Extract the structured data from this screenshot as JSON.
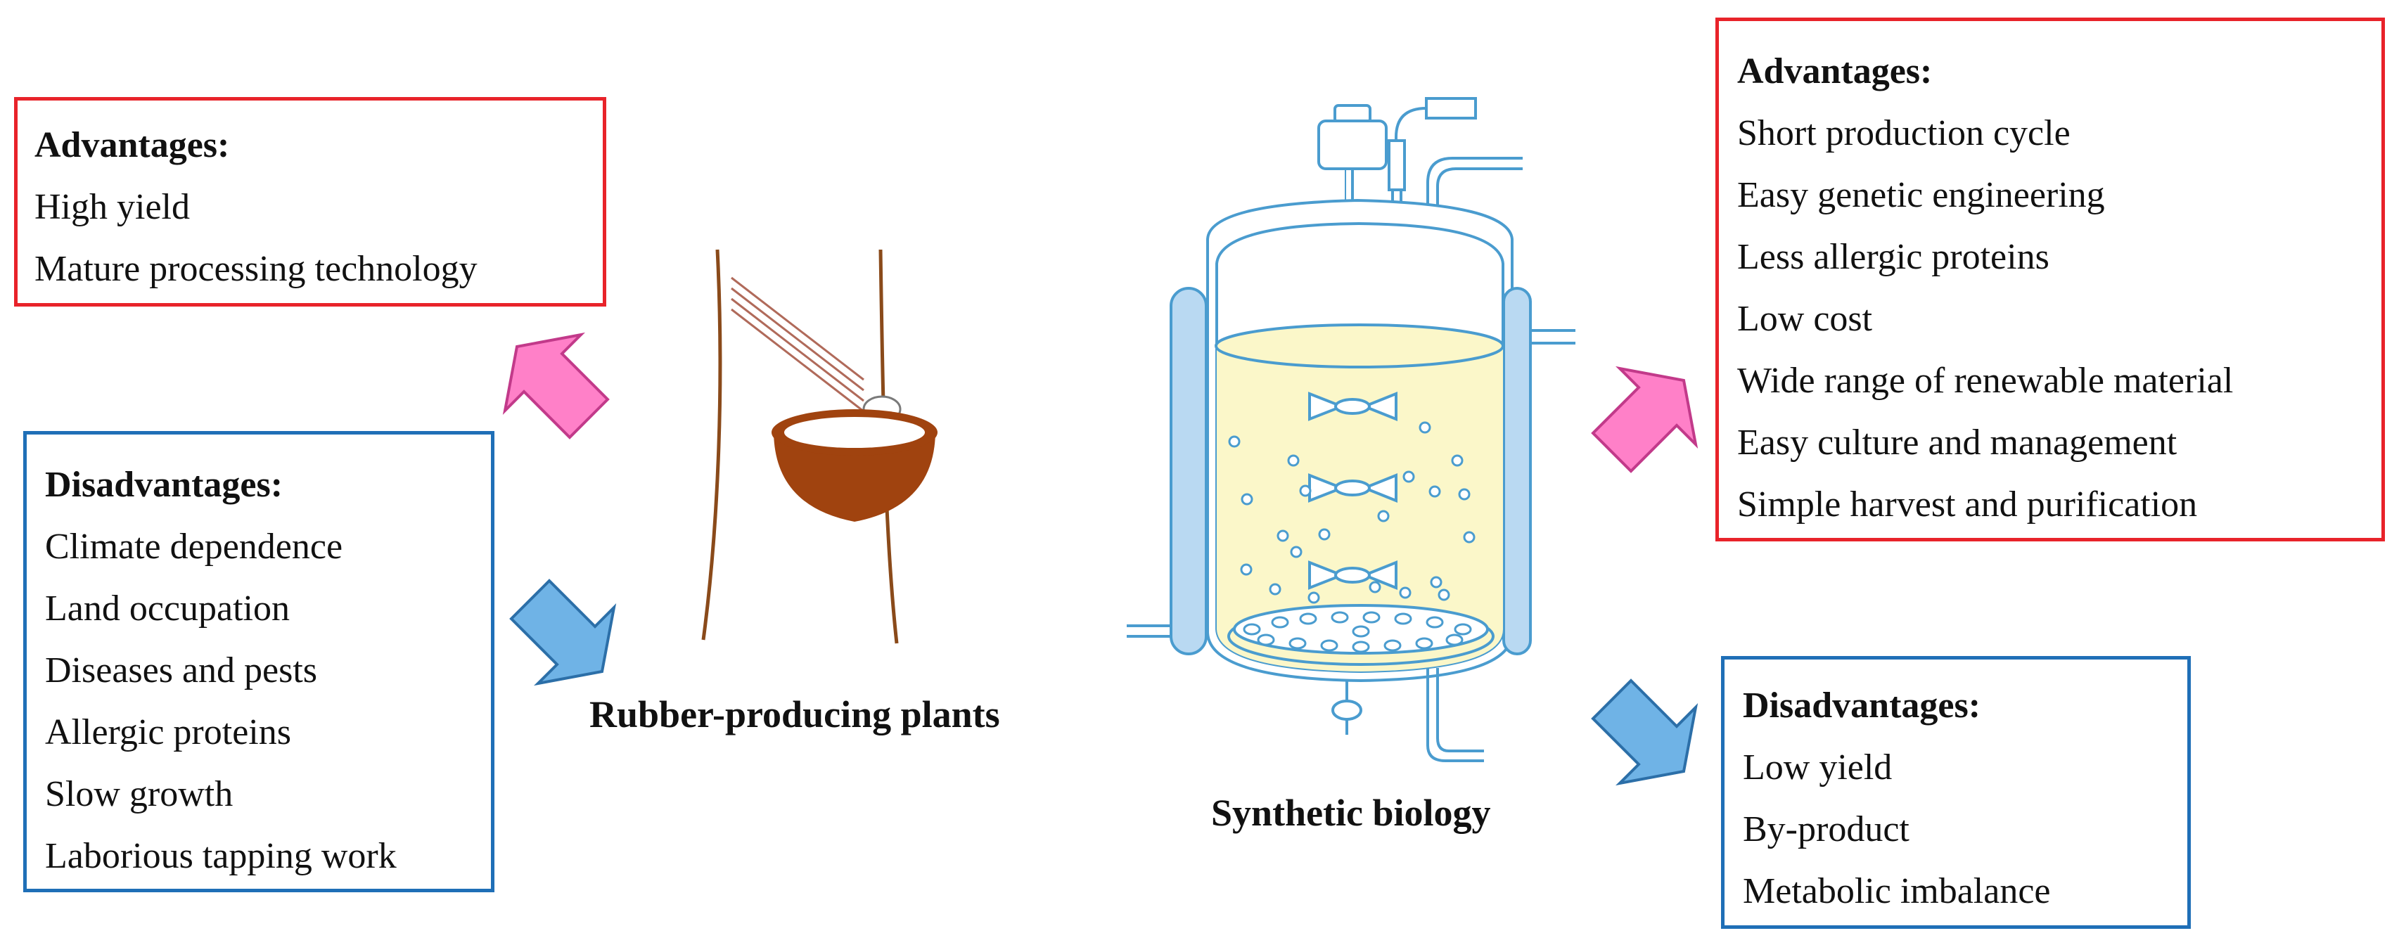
{
  "plant": {
    "label": "Rubber-producing plants",
    "advantages": {
      "heading": "Advantages:",
      "items": [
        "High yield",
        "Mature processing technology"
      ]
    },
    "disadvantages": {
      "heading": "Disadvantages:",
      "items": [
        "Climate dependence",
        "Land occupation",
        "Diseases and pests",
        "Allergic proteins",
        "Slow growth",
        "Laborious tapping work"
      ]
    }
  },
  "synbio": {
    "label": "Synthetic biology",
    "advantages": {
      "heading": "Advantages:",
      "items": [
        "Short production cycle",
        "Easy genetic engineering",
        "Less allergic proteins",
        "Low cost",
        "Wide range of renewable material",
        "Easy culture and  management",
        "Simple harvest and purification"
      ]
    },
    "disadvantages": {
      "heading": "Disadvantages:",
      "items": [
        "Low yield",
        "By-product",
        "Metabolic imbalance"
      ]
    }
  },
  "colors": {
    "advantage_border": "#e8232a",
    "disadvantage_border": "#1f6fb7",
    "advantage_arrow": "#ff80c8",
    "disadvantage_arrow": "#6fb3e6",
    "bowl": "#a0430f",
    "tree": "#8a4a1a",
    "vessel_liquid": "#fbf7c9",
    "vessel_line": "#4a9ccf"
  }
}
